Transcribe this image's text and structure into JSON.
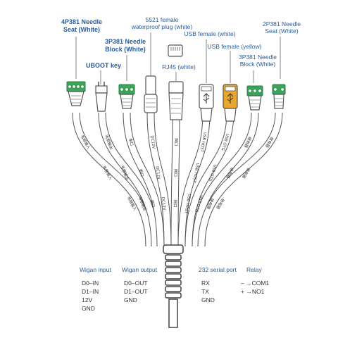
{
  "colors": {
    "label_blue": "#2a5c9c",
    "cable_fill": "#ffffff",
    "cable_stroke": "#555555",
    "connector_green": "#3aa55a",
    "usb_yellow": "#e8a62a",
    "pin_text": "#333333"
  },
  "top_labels": {
    "needle_4p": "4P381 Needle\nSeat (White)",
    "uboot": "UBOOT key",
    "block_3p": "3P381 Needle\nBlock (White)",
    "plug_5521": "5521 female\nwaterproof plug (white)",
    "rj45": "RJ45 (white)",
    "usb_white": "USB female (white)",
    "usb_yellow": "USB female (yellow)",
    "block_3p_b": "3P381 Needle\nBlock (White)",
    "needle_2p": "2P381 Needle\nSeat (White)"
  },
  "groups": {
    "wigan_input": {
      "title": "Wigan input",
      "lines": [
        "D0–IN",
        "D1–IN",
        "12V",
        "GND"
      ]
    },
    "wigan_output": {
      "title": "Wigan output",
      "lines": [
        "D0–OUT",
        "D1–OUT",
        "GND"
      ]
    },
    "serial": {
      "title": "232 serial port",
      "lines": [
        "RX",
        "TX",
        "GND"
      ]
    },
    "relay": {
      "title": "Relay",
      "lines": [
        "– →COM1",
        "+ →NO1"
      ]
    }
  },
  "cable_labels": [
    "韦根输入",
    "韦根输出",
    "串口",
    "DC12V",
    "网口",
    "USB HOST",
    "USB OTG",
    "继电器",
    "继电器"
  ],
  "icons": {
    "rj45_port": "rj45-port-icon",
    "usb_symbol": "usb-symbol-icon"
  }
}
